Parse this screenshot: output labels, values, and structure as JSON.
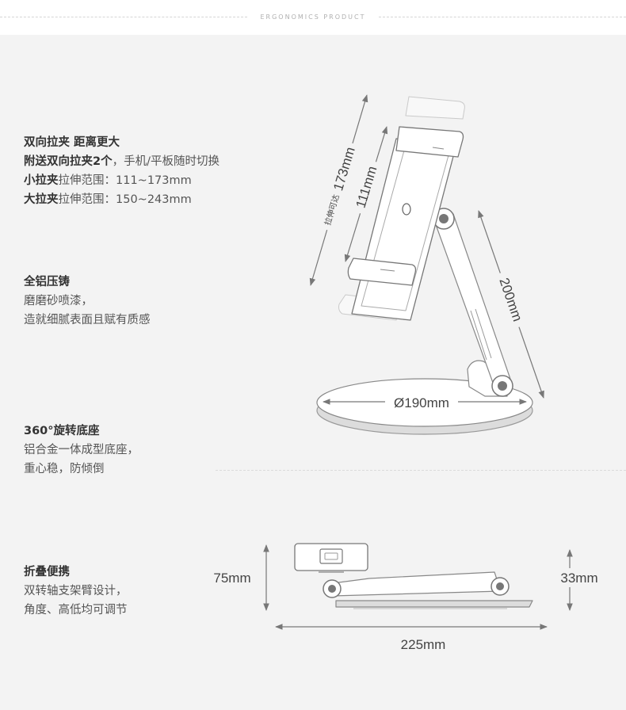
{
  "header": {
    "title": "ERGONOMICS PRODUCT"
  },
  "features": [
    {
      "lines": [
        {
          "bold": "双向拉夹 距离更大",
          "rest": ""
        },
        {
          "bold": "附送双向拉夹2个",
          "rest": "，手机/平板随时切换"
        },
        {
          "bold": "小拉夹",
          "rest": "拉伸范围：111~173mm"
        },
        {
          "bold": "大拉夹",
          "rest": "拉伸范围：150~243mm"
        }
      ]
    },
    {
      "lines": [
        {
          "bold": "全铝压铸",
          "rest": ""
        },
        {
          "bold": "",
          "rest": "磨磨砂喷漆，"
        },
        {
          "bold": "",
          "rest": "造就细腻表面且赋有质感"
        }
      ]
    },
    {
      "lines": [
        {
          "bold": "360°旋转底座",
          "rest": ""
        },
        {
          "bold": "",
          "rest": "铝合金一体成型底座，"
        },
        {
          "bold": "",
          "rest": "重心稳，防倾倒"
        }
      ]
    },
    {
      "lines": [
        {
          "bold": "折叠便携",
          "rest": ""
        },
        {
          "bold": "",
          "rest": "双转轴支架臂设计，"
        },
        {
          "bold": "",
          "rest": "角度、高低均可调节"
        }
      ]
    }
  ],
  "dimensions": {
    "stretch_label": "拉伸可达",
    "max_clamp": "173mm",
    "min_clamp": "111mm",
    "arm_length": "200mm",
    "base_diameter": "Ø190mm",
    "folded_height": "75mm",
    "base_height": "33mm",
    "folded_length": "225mm"
  }
}
